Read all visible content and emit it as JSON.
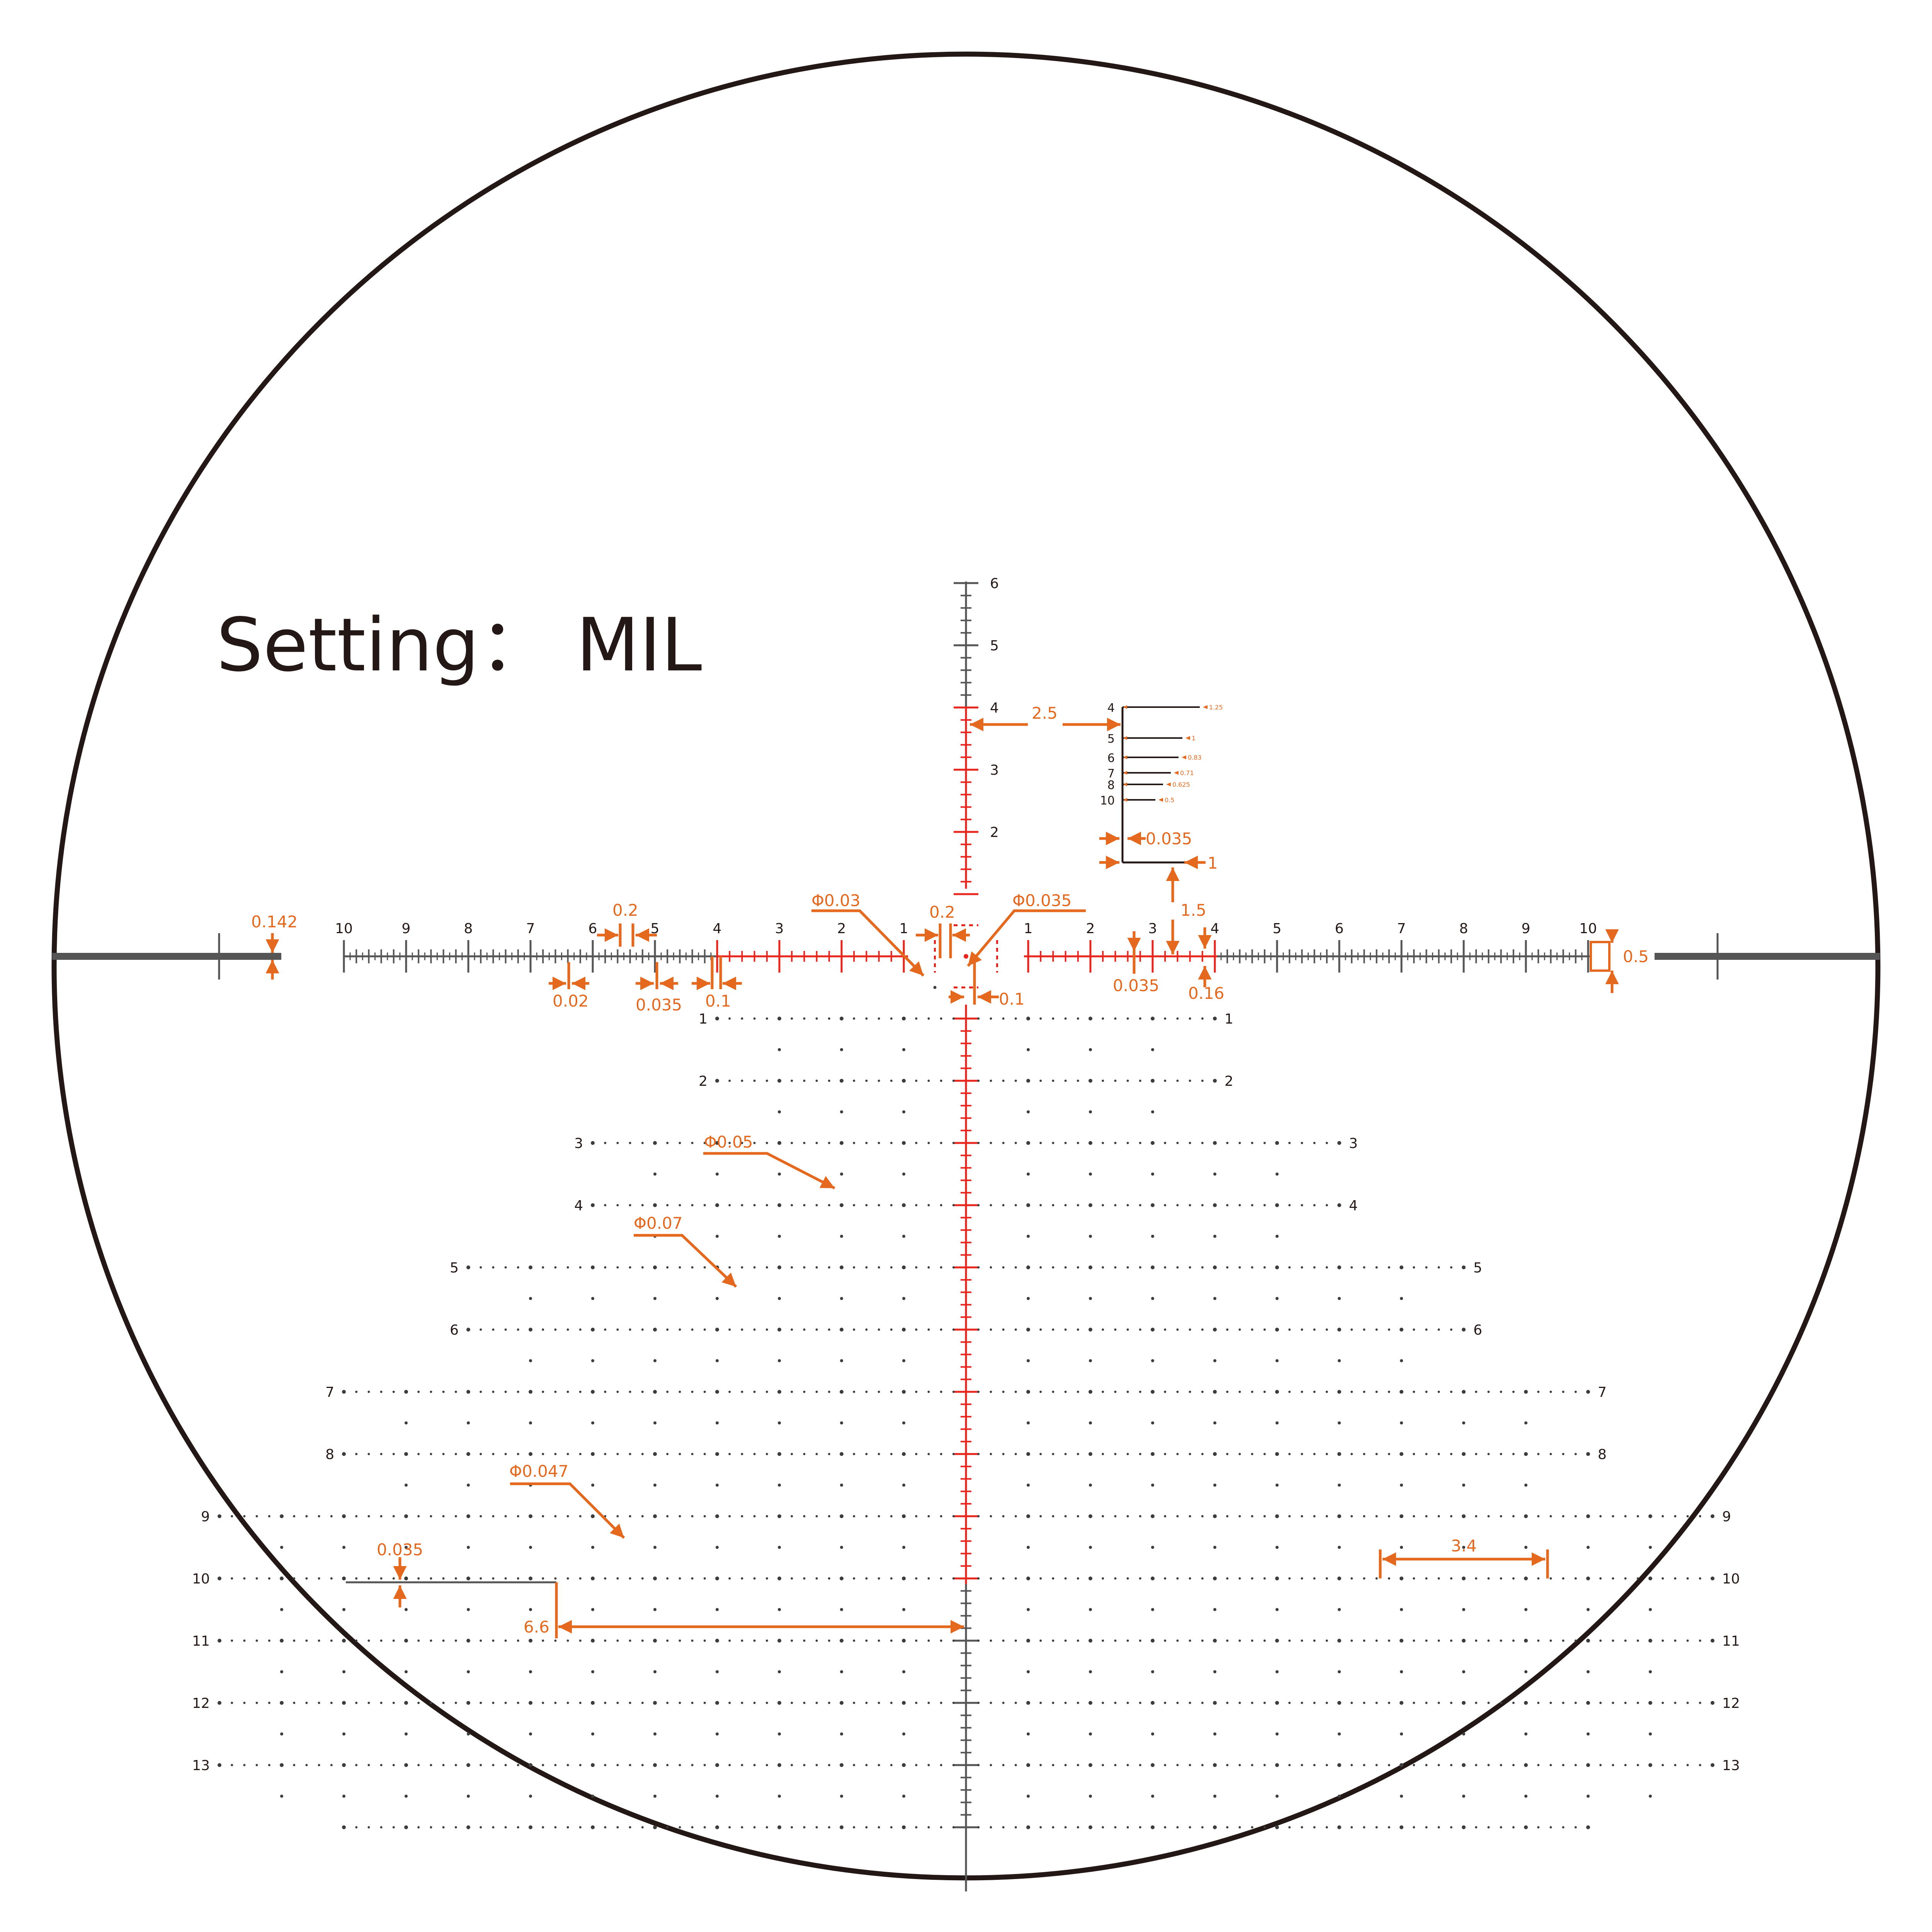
{
  "title": "Setting： MIL",
  "colors": {
    "black": "#231815",
    "red": "#e8251c",
    "orange": "#e4681e",
    "gray": "#555555",
    "dot": "#3c3c3c"
  },
  "horizontal_labels": {
    "left": [
      "1",
      "2",
      "3",
      "4",
      "5",
      "6",
      "7",
      "8",
      "9",
      "10"
    ],
    "right": [
      "1",
      "2",
      "3",
      "4",
      "5",
      "6",
      "7",
      "8",
      "9",
      "10"
    ]
  },
  "vertical_up_labels": [
    "2",
    "3",
    "4",
    "5",
    "6"
  ],
  "holdover_row_labels": [
    "1",
    "2",
    "3",
    "4",
    "5",
    "6",
    "7",
    "8",
    "9",
    "10",
    "11",
    "12",
    "13"
  ],
  "ranging_ladder": {
    "labels": [
      "4",
      "5",
      "6",
      "7",
      "8",
      "10"
    ],
    "values": [
      "1.25",
      "1",
      "0.83",
      "0.71",
      "0.625",
      "0.5"
    ]
  },
  "annotations": {
    "a_0142": "0.142",
    "a_02_top": "0.2",
    "a_002": "0.02",
    "a_0035_left": "0.035",
    "a_01_left": "0.1",
    "a_phi003": "Φ0.03",
    "a_02_center": "0.2",
    "a_phi0035": "Φ0.035",
    "a_01_center": "0.1",
    "a_25": "2.5",
    "a_0035_ladder": "0.035",
    "a_1": "1",
    "a_15": "1.5",
    "a_0035_right": "0.035",
    "a_016": "0.16",
    "a_05": "0.5",
    "a_phi005": "Φ0.05",
    "a_phi007": "Φ0.07",
    "a_phi0047": "Φ0.047",
    "a_0035_bottom": "0.035",
    "a_66": "6.6",
    "a_34": "3.4"
  }
}
